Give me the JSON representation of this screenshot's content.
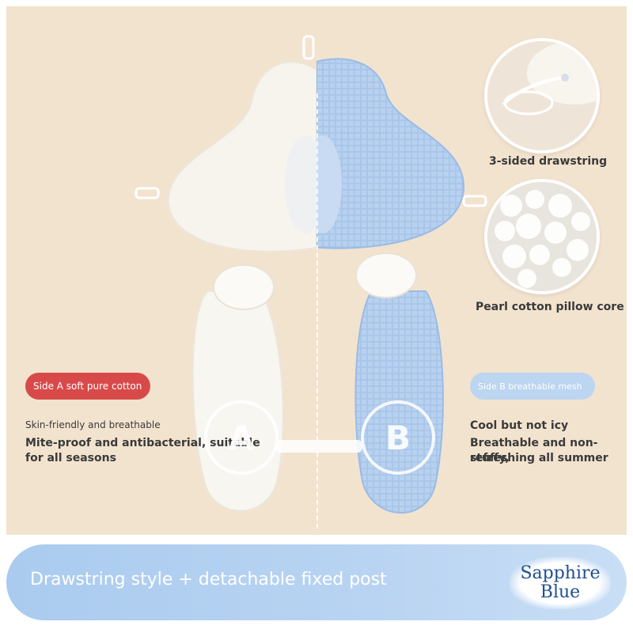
{
  "features": {
    "drawstring_label": "3-sided drawstring",
    "core_label": "Pearl cotton pillow core"
  },
  "side_a": {
    "pill": "Side A soft pure cotton",
    "line1": "Skin-friendly and breathable",
    "line2": "Mite-proof and antibacterial, suitable",
    "line3": "for all seasons",
    "badge": "A"
  },
  "side_b": {
    "pill": "Side B breathable mesh",
    "line1": "Cool but not icy",
    "line2": "Breathable and non-stuffy,",
    "line3": "refreshing all summer",
    "badge": "B"
  },
  "banner": {
    "text": "Drawstring style + detachable fixed post",
    "color_line1": "Sapphire",
    "color_line2": "Blue"
  },
  "colors": {
    "background": "#f2e3cf",
    "cotton": "#f7f4ee",
    "mesh": "#a9c6ea",
    "side_a_accent": "#d84a4a",
    "side_b_accent": "#bcd5f0",
    "banner": "#b3d0f1",
    "color_tag_text": "#1f4f8f"
  }
}
